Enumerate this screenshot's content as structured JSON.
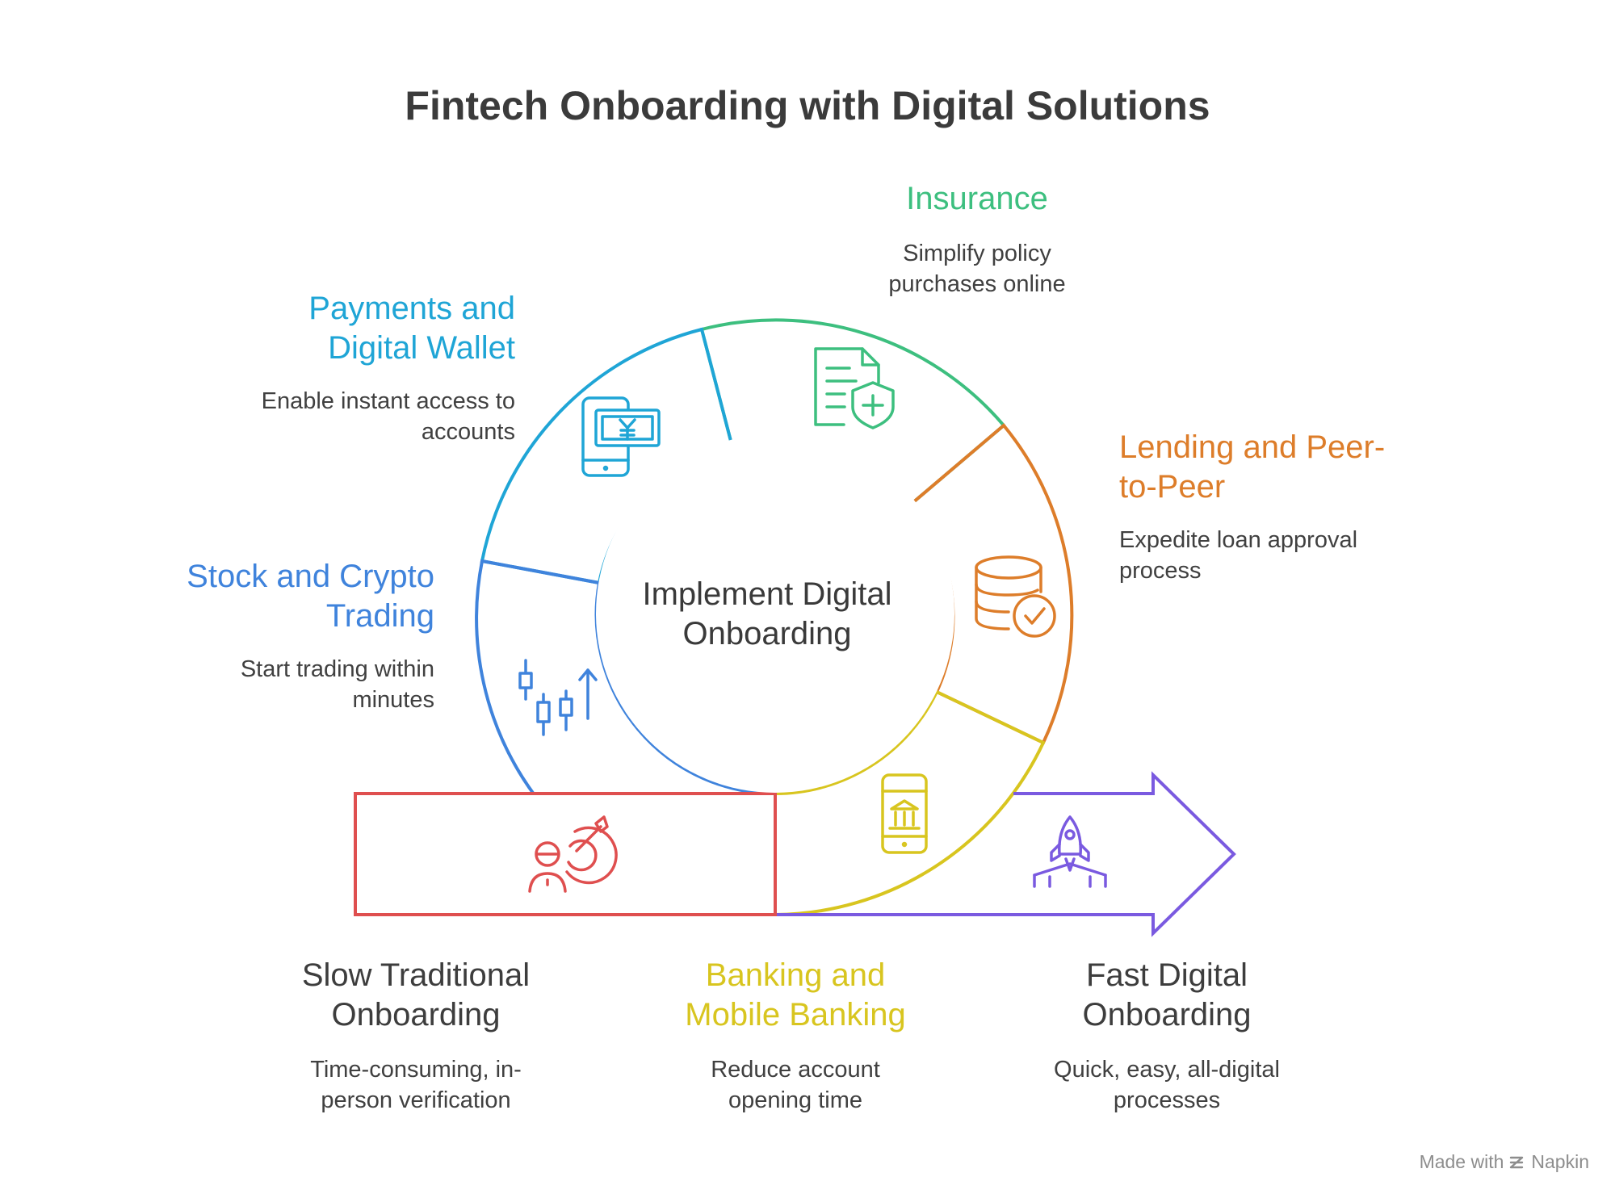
{
  "title": "Fintech Onboarding with Digital Solutions",
  "center": {
    "line1": "Implement Digital",
    "line2": "Onboarding"
  },
  "colors": {
    "insurance": "#3dbf7f",
    "payments": "#1fa5d6",
    "lending": "#dd7d2a",
    "stock": "#3f83dc",
    "banking": "#d8c51f",
    "slow": "#df4f4f",
    "fast": "#7a5ae0",
    "text": "#3d3d3d"
  },
  "segments": {
    "insurance": {
      "title": "Insurance",
      "desc1": "Simplify policy",
      "desc2": "purchases online",
      "icon": "insurance-policy-icon"
    },
    "payments": {
      "title1": "Payments and",
      "title2": "Digital Wallet",
      "desc1": "Enable instant access to",
      "desc2": "accounts",
      "icon": "mobile-payment-icon"
    },
    "lending": {
      "title1": "Lending and Peer-",
      "title2": "to-Peer",
      "desc1": "Expedite loan approval",
      "desc2": "process",
      "icon": "coin-stack-check-icon"
    },
    "stock": {
      "title1": "Stock and Crypto",
      "title2": "Trading",
      "desc1": "Start trading within",
      "desc2": "minutes",
      "icon": "candlestick-chart-icon"
    },
    "banking": {
      "title1": "Banking and",
      "title2": "Mobile Banking",
      "desc1": "Reduce account",
      "desc2": "opening time",
      "icon": "mobile-bank-icon"
    }
  },
  "slow": {
    "title1": "Slow Traditional",
    "title2": "Onboarding",
    "desc1": "Time-consuming, in-",
    "desc2": "person verification",
    "icon": "target-person-icon"
  },
  "fast": {
    "title1": "Fast Digital",
    "title2": "Onboarding",
    "desc1": "Quick, easy, all-digital",
    "desc2": "processes",
    "icon": "rocket-launch-icon"
  },
  "footer": {
    "made_with": "Made with",
    "brand": "Napkin"
  }
}
